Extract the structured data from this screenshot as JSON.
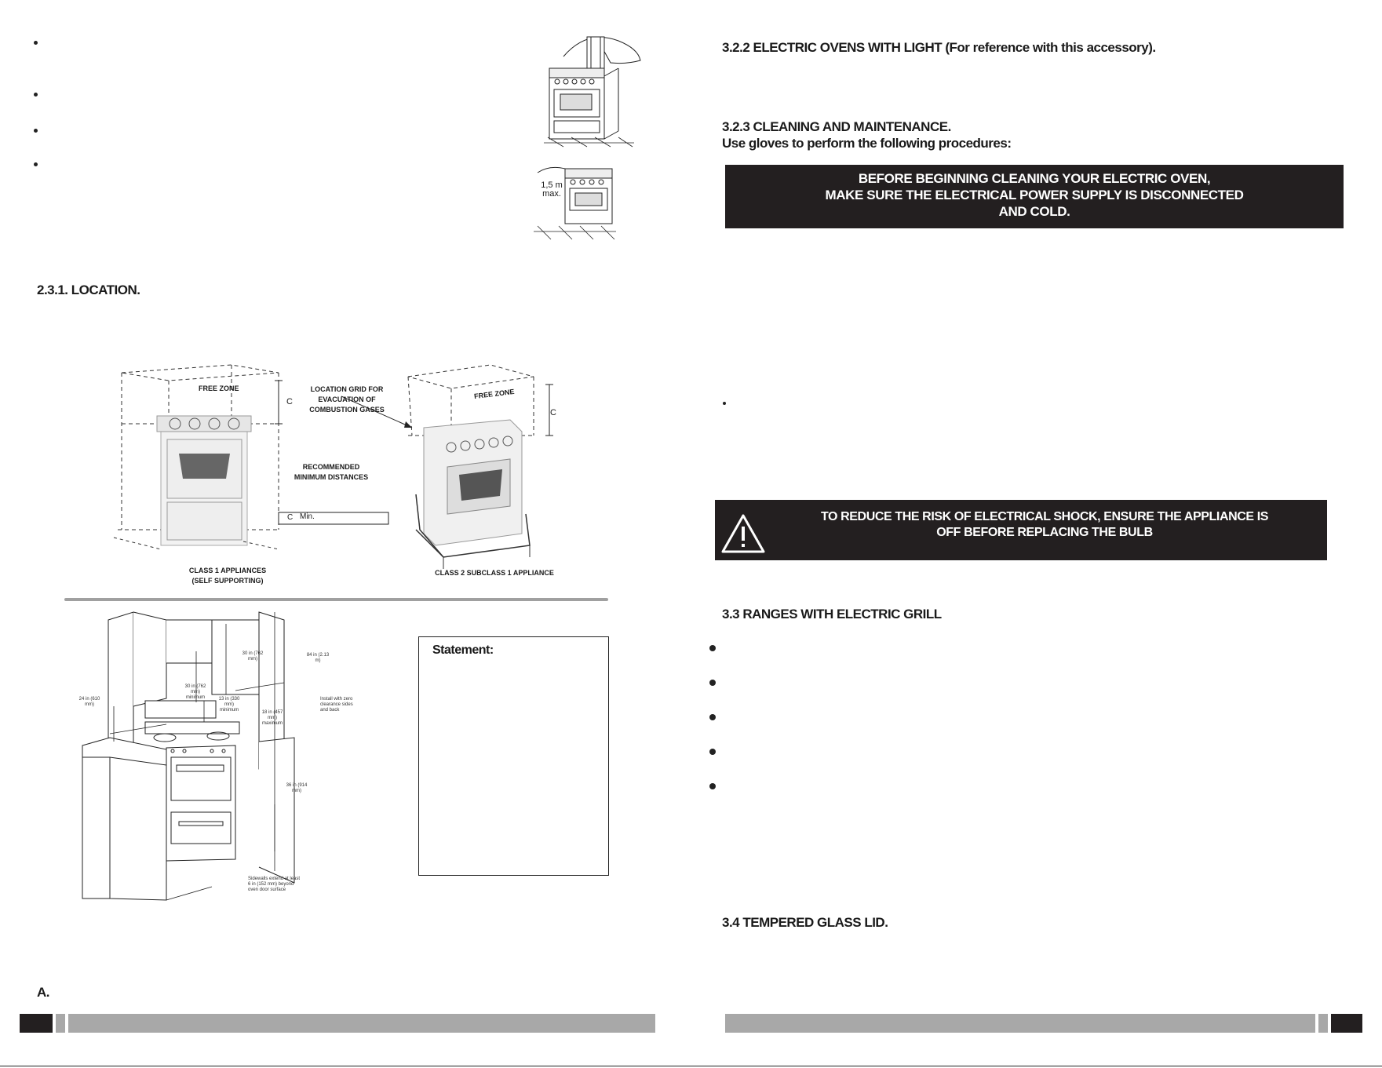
{
  "left_page": {
    "heading_location": "2.3.1. LOCATION.",
    "illustration_height_label": "1,5 m\nmax.",
    "diagram_labels": {
      "free_zone_left": "FREE ZONE",
      "free_zone_right": "FREE ZONE",
      "c_left": "C",
      "c_right": "C",
      "location_grid": "LOCATION GRID FOR EVACUATION OF COMBUSTION GASES",
      "recommended": "RECOMMENDED MINIMUM DISTANCES",
      "legend_c": "C",
      "legend_min": "Min.",
      "class1": "CLASS 1 APPLIANCES (SELF SUPPORTING)",
      "class2": "CLASS 2 SUBCLASS 1 APPLIANCE"
    },
    "kitchen_labels": {
      "d30_top": "30 in (762 mm)",
      "d84": "84 in (2.13 m)",
      "d30_min": "30 in (762 mm) minimum",
      "d13": "13 in (330 mm) minimum",
      "d24": "24 in (610 mm)",
      "d18": "18 in (457 mm) maximum",
      "install": "Install with zero clearance sides and back",
      "d36": "36 in (914 mm)",
      "sidewalls": "Sidewalls extend at least 6 in (152 mm) beyond oven door surface"
    },
    "statement_title": "Statement:",
    "bottom_letter": "A."
  },
  "right_page": {
    "heading_322": "3.2.2 ELECTRIC OVENS WITH LIGHT (For reference with this accessory).",
    "heading_323": "3.2.3 CLEANING AND MAINTENANCE.",
    "subheading_gloves": "Use gloves to perform the following procedures:",
    "banner_cleaning_l1": "BEFORE BEGINNING CLEANING YOUR ELECTRIC OVEN,",
    "banner_cleaning_l2": "MAKE SURE THE ELECTRICAL POWER SUPPLY IS DISCONNECTED",
    "banner_cleaning_l3": "AND COLD.",
    "banner_shock_l1": "TO REDUCE THE RISK OF ELECTRICAL SHOCK, ENSURE THE APPLIANCE IS",
    "banner_shock_l2": "OFF BEFORE REPLACING THE BULB",
    "heading_33": "3.3 RANGES WITH ELECTRIC GRILL",
    "heading_34": "3.4 TEMPERED GLASS LID."
  },
  "colors": {
    "banner": "#231f20",
    "footer_bar": "#a8a8a8",
    "divider": "#a0a0a0"
  }
}
